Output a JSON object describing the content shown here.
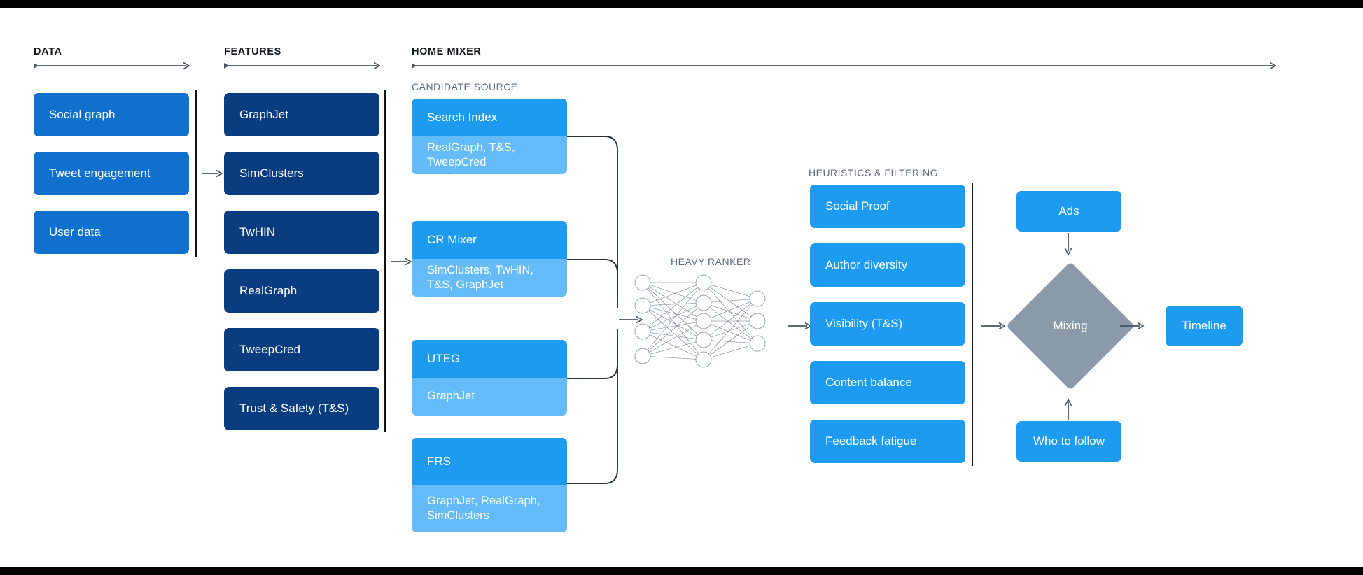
{
  "sections": {
    "data": {
      "label": "DATA"
    },
    "features": {
      "label": "FEATURES"
    },
    "home_mixer": {
      "label": "HOME MIXER"
    },
    "candidate_source": {
      "label": "CANDIDATE SOURCE"
    },
    "heavy_ranker": {
      "label": "HEAVY RANKER"
    },
    "heuristics": {
      "label": "HEURISTICS & FILTERING"
    }
  },
  "data_boxes": [
    {
      "label": "Social graph"
    },
    {
      "label": "Tweet engagement"
    },
    {
      "label": "User data"
    }
  ],
  "feature_boxes": [
    {
      "label": "GraphJet"
    },
    {
      "label": "SimClusters"
    },
    {
      "label": "TwHIN"
    },
    {
      "label": "RealGraph"
    },
    {
      "label": "TweepCred"
    },
    {
      "label": "Trust & Safety (T&S)"
    }
  ],
  "candidate_sources": [
    {
      "title": "Search Index",
      "features": "RealGraph, T&S,\nTweepCred"
    },
    {
      "title": "CR Mixer",
      "features": "SimClusters, TwHIN,\nT&S, GraphJet"
    },
    {
      "title": "UTEG",
      "features": "GraphJet"
    },
    {
      "title": "FRS",
      "features": "GraphJet, RealGraph,\nSimClusters"
    }
  ],
  "heuristics_boxes": [
    {
      "label": "Social Proof"
    },
    {
      "label": "Author diversity"
    },
    {
      "label": "Visibility (T&S)"
    },
    {
      "label": "Content balance"
    },
    {
      "label": "Feedback fatigue"
    }
  ],
  "output": {
    "ads": "Ads",
    "mixing": "Mixing",
    "who_to_follow": "Who to follow",
    "timeline": "Timeline"
  },
  "colors": {
    "data_box": "#0f70ce",
    "feature_box": "#0a3c80",
    "candidate_head": "#1d9bf0",
    "candidate_body": "#64bbf7",
    "heuristic_box": "#1d9bf0",
    "mixing_diamond": "#8b9aa9",
    "arrow": "#4a5560",
    "divider": "#111418",
    "section_label": "#14171a",
    "sub_label": "#5b6b7c",
    "background": "#ffffff",
    "letterbox": "#000000"
  },
  "neural_net": {
    "input_nodes": 4,
    "hidden_nodes": 5,
    "output_nodes": 3
  }
}
